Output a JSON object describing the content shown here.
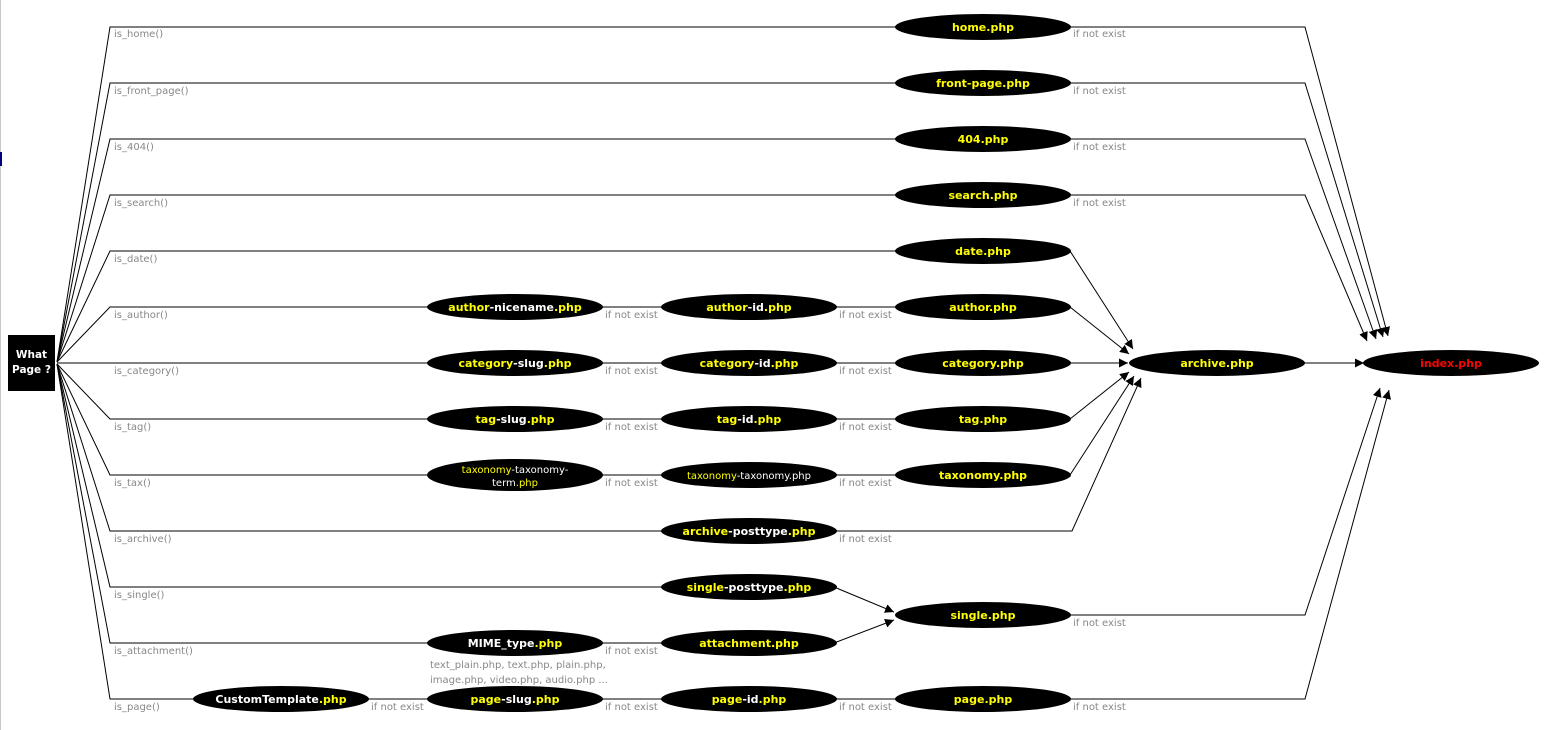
{
  "colors": {
    "node_fill": "#000000",
    "text_white": "#ffffff",
    "text_yellow": "#ffff00",
    "text_red": "#ff0000",
    "muted_text": "#888888",
    "edge": "#000000"
  },
  "root": {
    "line1": "What",
    "line2": "Page ?"
  },
  "conditions": {
    "home": "is_home()",
    "front": "is_front_page()",
    "e404": "is_404()",
    "search": "is_search()",
    "date": "is_date()",
    "author": "is_author()",
    "category": "is_category()",
    "tag": "is_tag()",
    "tax": "is_tax()",
    "archive": "is_archive()",
    "single": "is_single()",
    "attachment": "is_attachment()",
    "page": "is_page()"
  },
  "fallback_label": "if not exist",
  "mime_note": {
    "line1": "text_plain.php, text.php, plain.php,",
    "line2": "image.php, video.php, audio.php ..."
  },
  "nodes": {
    "home": [
      {
        "t": "home",
        "c": "y"
      },
      {
        "t": ".php",
        "c": "y"
      }
    ],
    "front_page": [
      {
        "t": "front-page",
        "c": "y"
      },
      {
        "t": ".php",
        "c": "y"
      }
    ],
    "e404": [
      {
        "t": "404",
        "c": "y"
      },
      {
        "t": ".php",
        "c": "y"
      }
    ],
    "search": [
      {
        "t": "search",
        "c": "y"
      },
      {
        "t": ".php",
        "c": "y"
      }
    ],
    "date": [
      {
        "t": "date",
        "c": "y"
      },
      {
        "t": ".php",
        "c": "y"
      }
    ],
    "author_nicename": [
      {
        "t": "author",
        "c": "y"
      },
      {
        "t": "-nicename",
        "c": "w"
      },
      {
        "t": ".php",
        "c": "y"
      }
    ],
    "author_id": [
      {
        "t": "author",
        "c": "y"
      },
      {
        "t": "-id",
        "c": "w"
      },
      {
        "t": ".php",
        "c": "y"
      }
    ],
    "author": [
      {
        "t": "author",
        "c": "y"
      },
      {
        "t": ".php",
        "c": "y"
      }
    ],
    "category_slug": [
      {
        "t": "category",
        "c": "y"
      },
      {
        "t": "-slug",
        "c": "w"
      },
      {
        "t": ".php",
        "c": "y"
      }
    ],
    "category_id": [
      {
        "t": "category",
        "c": "y"
      },
      {
        "t": "-id",
        "c": "w"
      },
      {
        "t": ".php",
        "c": "y"
      }
    ],
    "category": [
      {
        "t": "category",
        "c": "y"
      },
      {
        "t": ".php",
        "c": "y"
      }
    ],
    "tag_slug": [
      {
        "t": "tag",
        "c": "y"
      },
      {
        "t": "-slug",
        "c": "w"
      },
      {
        "t": ".php",
        "c": "y"
      }
    ],
    "tag_id": [
      {
        "t": "tag",
        "c": "y"
      },
      {
        "t": "-id",
        "c": "w"
      },
      {
        "t": ".php",
        "c": "y"
      }
    ],
    "tag": [
      {
        "t": "tag",
        "c": "y"
      },
      {
        "t": ".php",
        "c": "y"
      }
    ],
    "taxonomy_term_l1": [
      {
        "t": "taxonomy",
        "c": "y"
      },
      {
        "t": "-taxonomy-",
        "c": "w"
      }
    ],
    "taxonomy_term_l2": [
      {
        "t": "term",
        "c": "w"
      },
      {
        "t": ".php",
        "c": "y"
      }
    ],
    "taxonomy_taxonomy": [
      {
        "t": "taxonomy",
        "c": "y"
      },
      {
        "t": "-taxonomy.php",
        "c": "w"
      }
    ],
    "taxonomy": [
      {
        "t": "taxonomy",
        "c": "y"
      },
      {
        "t": ".php",
        "c": "y"
      }
    ],
    "archive_posttype": [
      {
        "t": "archive",
        "c": "y"
      },
      {
        "t": "-posttype",
        "c": "w"
      },
      {
        "t": ".php",
        "c": "y"
      }
    ],
    "archive": [
      {
        "t": "archive",
        "c": "y"
      },
      {
        "t": ".php",
        "c": "y"
      }
    ],
    "index": [
      {
        "t": "index",
        "c": "r"
      },
      {
        "t": ".php",
        "c": "r"
      }
    ],
    "single_posttype": [
      {
        "t": "single",
        "c": "y"
      },
      {
        "t": "-posttype",
        "c": "w"
      },
      {
        "t": ".php",
        "c": "y"
      }
    ],
    "single": [
      {
        "t": "single",
        "c": "y"
      },
      {
        "t": ".php",
        "c": "y"
      }
    ],
    "mime_type": [
      {
        "t": "MIME_type",
        "c": "w"
      },
      {
        "t": ".php",
        "c": "y"
      }
    ],
    "attachment": [
      {
        "t": "attachment",
        "c": "y"
      },
      {
        "t": ".php",
        "c": "y"
      }
    ],
    "custom_template": [
      {
        "t": "CustomTemplate",
        "c": "w"
      },
      {
        "t": ".php",
        "c": "y"
      }
    ],
    "page_slug": [
      {
        "t": "page",
        "c": "y"
      },
      {
        "t": "-slug",
        "c": "w"
      },
      {
        "t": ".php",
        "c": "y"
      }
    ],
    "page_id": [
      {
        "t": "page",
        "c": "y"
      },
      {
        "t": "-id",
        "c": "w"
      },
      {
        "t": ".php",
        "c": "y"
      }
    ],
    "page": [
      {
        "t": "page",
        "c": "y"
      },
      {
        "t": ".php",
        "c": "y"
      }
    ]
  }
}
